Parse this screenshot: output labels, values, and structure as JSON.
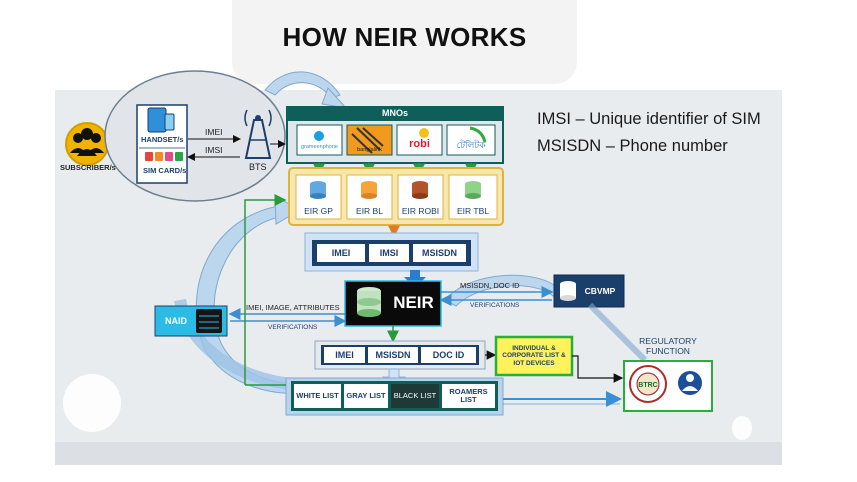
{
  "title": "HOW NEIR WORKS",
  "legend": {
    "imsi": "IMSI – Unique identifier of SIM",
    "msisdn": "MSISDN – Phone number"
  },
  "subscriber": {
    "label": "SUBSCRIBER/s"
  },
  "handset": {
    "label": "HANDSET/s",
    "sim_label": "SIM CARD/s"
  },
  "link": {
    "imei": "IMEI",
    "imsi": "IMSI"
  },
  "bts": {
    "label": "BTS"
  },
  "mnos": {
    "title": "MNOs",
    "operators": [
      "grameenphone",
      "banglalink",
      "robi",
      "টেলিটক"
    ]
  },
  "eirs": [
    "EIR GP",
    "EIR BL",
    "EIR ROBI",
    "EIR TBL"
  ],
  "ids_row1": [
    "IMEI",
    "IMSI",
    "MSISDN"
  ],
  "neir": {
    "label": "NEIR"
  },
  "naid": {
    "label": "NAID",
    "attributes": "IMEI, IMAGE, ATTRIBUTES",
    "verifications": "VERIFICATIONS"
  },
  "cbvmp": {
    "label": "CBVMP",
    "link": "MSISDN, DOC ID",
    "verifications": "VERIFICATIONS"
  },
  "ids_row2": [
    "IMEI",
    "MSISDN",
    "DOC ID"
  ],
  "corporate": {
    "label": "INDIVIDUAL & CORPORATE LIST & IOT DEVICES"
  },
  "lists": [
    "WHITE LIST",
    "GRAY LIST",
    "BLACK LIST",
    "ROAMERS LIST"
  ],
  "regulatory": {
    "label": "REGULATORY FUNCTION",
    "logo_text": "BTRC"
  },
  "colors": {
    "teal": "#0f5e5a",
    "navy": "#1b3f6b",
    "gold_border": "#e0b23a",
    "light_blue": "#cfe2f6",
    "cyan": "#2bbbe5",
    "green_border": "#27ae3b",
    "yellow": "#fff25a"
  }
}
